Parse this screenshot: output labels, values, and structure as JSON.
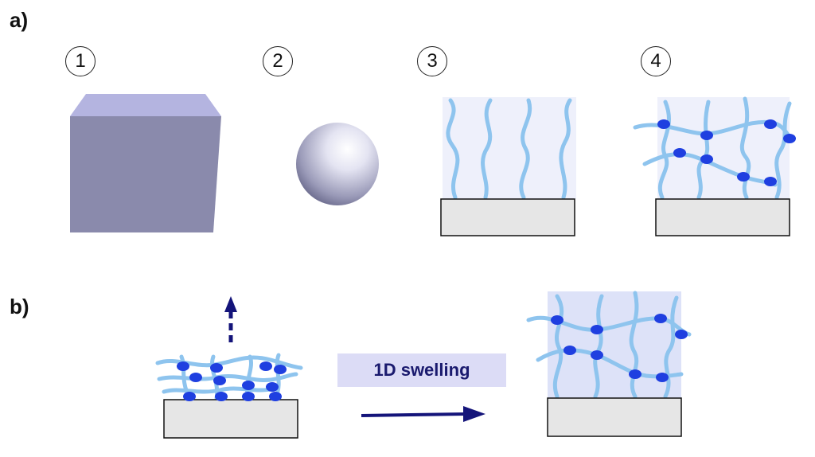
{
  "panels": {
    "a": {
      "label": "a)",
      "items": [
        "1",
        "2",
        "3",
        "4"
      ]
    },
    "b": {
      "label": "b)",
      "process_label": "1D swelling"
    }
  },
  "colors": {
    "cube_front": "#8a8aac",
    "cube_top": "#b4b4e0",
    "chain": "#8ec4ee",
    "crosslink": "#1f3fe0",
    "substrate": "#e6e6e6",
    "arrow": "#14147a",
    "swell_box": "#dcdcf6",
    "gel_bg": "#dde2f8"
  },
  "icons": [
    "cube",
    "sphere",
    "polymer-brush",
    "crosslinked-network",
    "arrow-up-dashed",
    "arrow-right"
  ]
}
